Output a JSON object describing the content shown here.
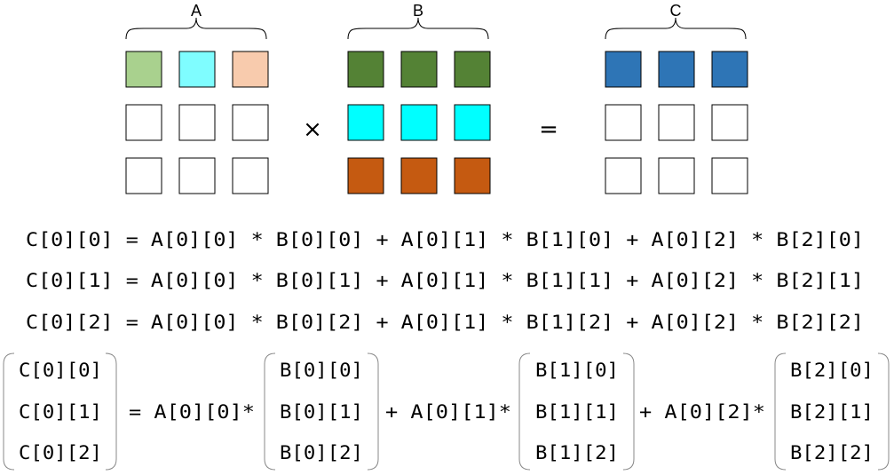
{
  "matrices": [
    {
      "label": "A",
      "rows": [
        [
          "#a9d18e",
          "#7ffdff",
          "#f8cbad"
        ],
        [
          "#ffffff",
          "#ffffff",
          "#ffffff"
        ],
        [
          "#ffffff",
          "#ffffff",
          "#ffffff"
        ]
      ]
    },
    {
      "label": "B",
      "rows": [
        [
          "#548235",
          "#548235",
          "#548235"
        ],
        [
          "#00ffff",
          "#00ffff",
          "#00ffff"
        ],
        [
          "#c55a11",
          "#c55a11",
          "#c55a11"
        ]
      ]
    },
    {
      "label": "C",
      "rows": [
        [
          "#2e75b6",
          "#2e75b6",
          "#2e75b6"
        ],
        [
          "#ffffff",
          "#ffffff",
          "#ffffff"
        ],
        [
          "#ffffff",
          "#ffffff",
          "#ffffff"
        ]
      ]
    }
  ],
  "operators": {
    "multiply": "×",
    "equals": "="
  },
  "equations": [
    "C[0][0] = A[0][0] * B[0][0] + A[0][1] * B[1][0] + A[0][2] * B[2][0]",
    "C[0][1] = A[0][0] * B[0][1] + A[0][1] * B[1][1] + A[0][2] * B[2][1]",
    "C[0][2] = A[0][0] * B[0][2] + A[0][1] * B[1][2] + A[0][2] * B[2][2]"
  ],
  "vector_equation": {
    "lhs": [
      "C[0][0]",
      "C[0][1]",
      "C[0][2]"
    ],
    "terms": [
      {
        "coef": "= A[0][0]*",
        "vector": [
          "B[0][0]",
          "B[0][1]",
          "B[0][2]"
        ]
      },
      {
        "coef": "+ A[0][1]*",
        "vector": [
          "B[1][0]",
          "B[1][1]",
          "B[1][2]"
        ]
      },
      {
        "coef": "+ A[0][2]*",
        "vector": [
          "B[2][0]",
          "B[2][1]",
          "B[2][2]"
        ]
      }
    ]
  }
}
